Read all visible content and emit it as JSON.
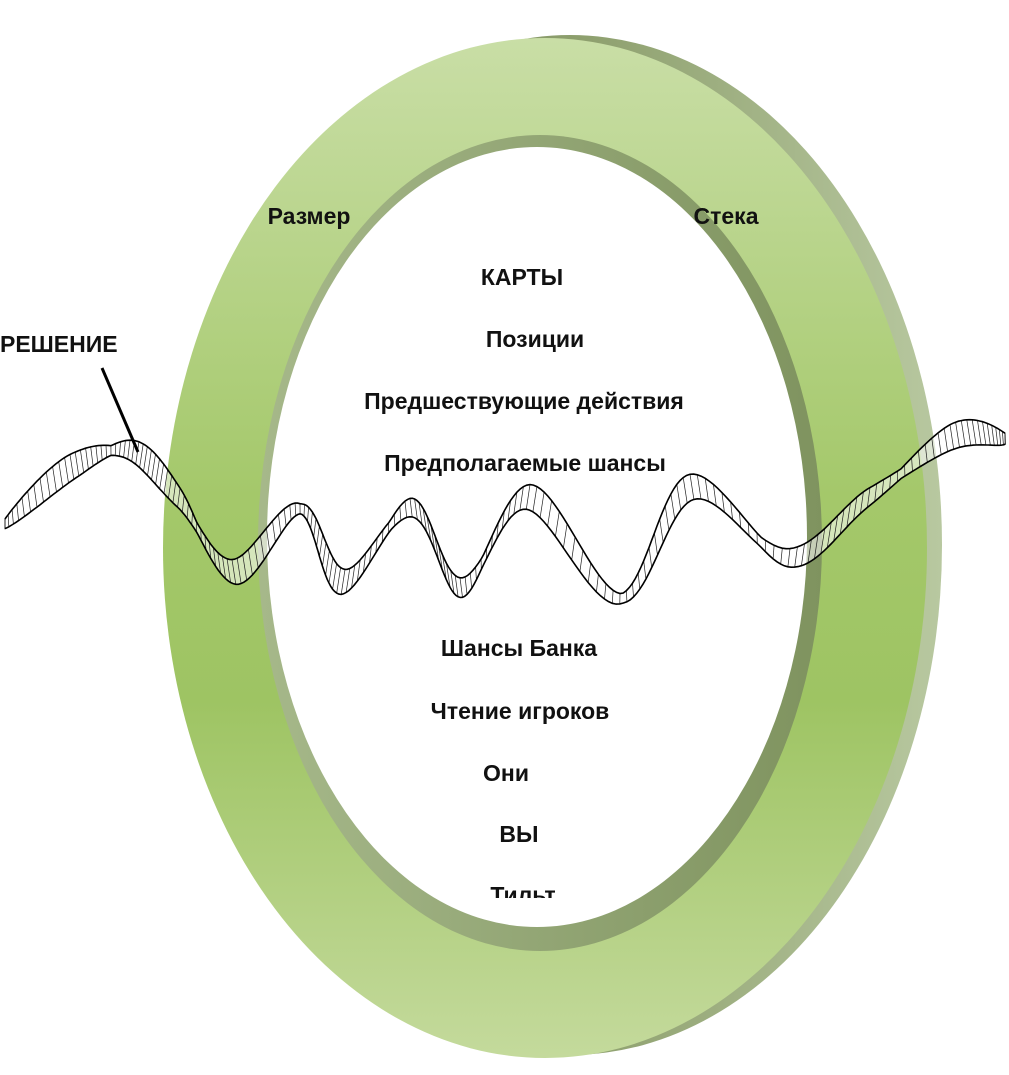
{
  "ring": {
    "top_left_label": "Размер",
    "top_right_label": "Стека"
  },
  "decision_label": "РЕШЕНИЕ",
  "factors_above": [
    "КАРТЫ",
    "Позиции",
    "Предшествующие действия",
    "Предполагаемые шансы"
  ],
  "factors_below": [
    "Шансы Банка",
    "Чтение игроков",
    "Они",
    "ВЫ",
    "Тильт"
  ],
  "colors": {
    "ring_light": "#c6dca0",
    "ring_mid": "#a9cc70",
    "ring_dark": "#8ab04e",
    "ring_edge": "#7c8e5a",
    "ribbon_line": "#222222"
  }
}
